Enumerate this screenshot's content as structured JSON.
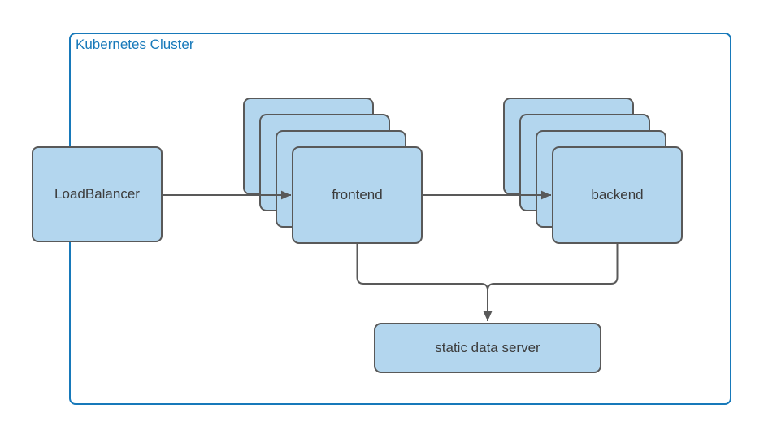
{
  "diagram": {
    "title": "Kubernetes Cluster",
    "colors": {
      "cluster_border": "#1779ba",
      "node_fill": "#b3d6ee",
      "node_border": "#595959",
      "connector": "#595959",
      "label_text": "#3c3c3c"
    },
    "nodes": {
      "load_balancer": {
        "label": "LoadBalancer"
      },
      "frontend": {
        "label": "frontend",
        "replicas": 4
      },
      "backend": {
        "label": "backend",
        "replicas": 4
      },
      "static_data_server": {
        "label": "static data server"
      }
    },
    "edges": [
      {
        "from": "load_balancer",
        "to": "frontend"
      },
      {
        "from": "frontend",
        "to": "backend"
      },
      {
        "from": "frontend",
        "to": "static_data_server"
      },
      {
        "from": "backend",
        "to": "static_data_server"
      }
    ]
  }
}
